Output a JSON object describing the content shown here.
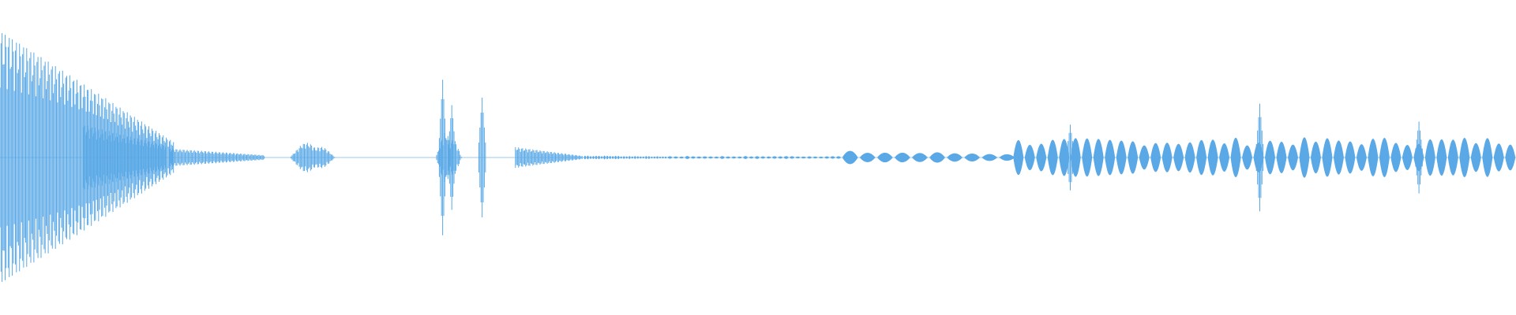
{
  "waveform": {
    "color": "#5aa9e6",
    "background": "#ffffff",
    "segments": [
      {
        "start": 0.0,
        "end": 0.115,
        "amp_start": 0.85,
        "amp_end": 0.1,
        "cycles": 120,
        "kind": "decay"
      },
      {
        "start": 0.055,
        "end": 0.11,
        "amp_start": 0.22,
        "amp_end": 0.08,
        "cycles": 40,
        "kind": "decay"
      },
      {
        "start": 0.112,
        "end": 0.175,
        "amp_start": 0.06,
        "amp_end": 0.015,
        "cycles": 55,
        "kind": "decay"
      },
      {
        "start": 0.192,
        "end": 0.285,
        "amp_start": 0.12,
        "amp_end": 0.03,
        "cycles": 80,
        "kind": "burst"
      },
      {
        "start": 0.288,
        "end": 0.34,
        "amp_start": 0.2,
        "amp_end": 0.05,
        "cycles": 45,
        "kind": "burst"
      },
      {
        "start": 0.34,
        "end": 0.385,
        "amp_start": 0.07,
        "amp_end": 0.01,
        "cycles": 40,
        "kind": "decay"
      },
      {
        "start": 0.385,
        "end": 0.44,
        "amp_start": 0.015,
        "amp_end": 0.008,
        "cycles": 30,
        "kind": "beads"
      },
      {
        "start": 0.44,
        "end": 0.555,
        "amp_start": 0.01,
        "amp_end": 0.01,
        "cycles": 30,
        "kind": "beads"
      },
      {
        "start": 0.555,
        "end": 0.67,
        "amp_start": 0.045,
        "amp_end": 0.03,
        "cycles": 10,
        "kind": "beads"
      },
      {
        "start": 0.668,
        "end": 1.0,
        "amp_start": 0.13,
        "amp_end": 0.14,
        "cycles": 44,
        "kind": "beads"
      }
    ],
    "peaks": [
      {
        "pos": 0.292,
        "amp": 0.52
      },
      {
        "pos": 0.298,
        "amp": 0.35
      },
      {
        "pos": 0.318,
        "amp": 0.4
      },
      {
        "pos": 0.831,
        "amp": 0.36
      },
      {
        "pos": 0.706,
        "amp": 0.22
      },
      {
        "pos": 0.936,
        "amp": 0.24
      }
    ]
  }
}
